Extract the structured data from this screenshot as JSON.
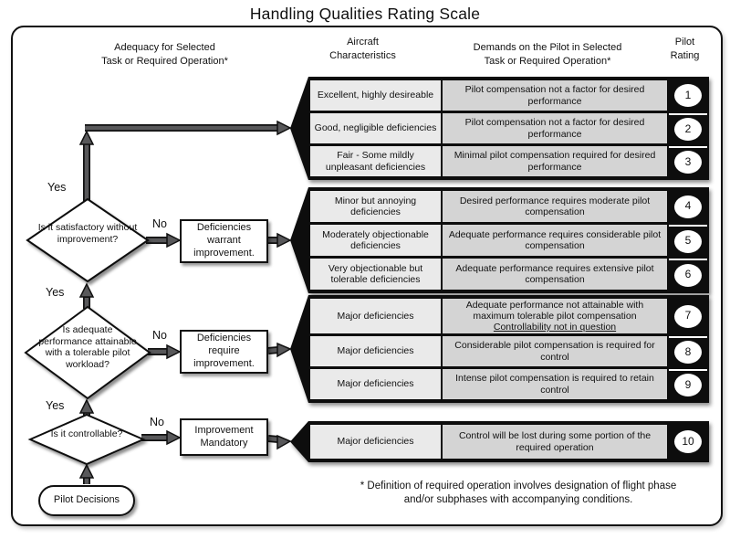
{
  "title": "Handling Qualities Rating Scale",
  "headers": {
    "adequacy_l1": "Adequacy for Selected",
    "adequacy_l2": "Task or Required Operation*",
    "aircraft_l1": "Aircraft",
    "aircraft_l2": "Characteristics",
    "demands_l1": "Demands on the Pilot in Selected",
    "demands_l2": "Task or Required Operation*",
    "pilot_l1": "Pilot",
    "pilot_l2": "Rating"
  },
  "flowchart": {
    "yes_label": "Yes",
    "no_label": "No",
    "diamond1": "Is it satisfactory without improvement?",
    "diamond2": "Is adequate performance attainable with a tolerable pilot workload?",
    "diamond3": "Is it controllable?",
    "box1": "Deficiencies warrant improvement.",
    "box2": "Deficiencies require improvement.",
    "box3": "Improvement Mandatory",
    "pill": "Pilot Decisions"
  },
  "groups": [
    {
      "rows": [
        {
          "aircraft": "Excellent, highly desireable",
          "demands": "Pilot compensation not a factor for desired performance",
          "rating": "1"
        },
        {
          "aircraft": "Good, negligible deficiencies",
          "demands": "Pilot compensation not a factor for desired performance",
          "rating": "2"
        },
        {
          "aircraft": "Fair - Some mildly unpleasant deficiencies",
          "demands": "Minimal pilot compensation required for desired performance",
          "rating": "3"
        }
      ]
    },
    {
      "rows": [
        {
          "aircraft": "Minor but annoying deficiencies",
          "demands": "Desired performance requires moderate pilot compensation",
          "rating": "4"
        },
        {
          "aircraft": "Moderately objectionable deficiencies",
          "demands": "Adequate performance requires considerable pilot compensation",
          "rating": "5"
        },
        {
          "aircraft": "Very objectionable but tolerable deficiencies",
          "demands": "Adequate performance requires extensive pilot compensation",
          "rating": "6"
        }
      ]
    },
    {
      "rows": [
        {
          "aircraft": "Major deficiencies",
          "demands": "Adequate performance not attainable with maximum tolerable pilot compensation",
          "demands_note": "Controllability not in question",
          "rating": "7"
        },
        {
          "aircraft": "Major deficiencies",
          "demands": "Considerable pilot compensation is required for control",
          "rating": "8"
        },
        {
          "aircraft": "Major deficiencies",
          "demands": "Intense pilot compensation is required to retain control",
          "rating": "9"
        }
      ]
    },
    {
      "rows": [
        {
          "aircraft": "Major deficiencies",
          "demands": "Control will be lost during some portion of the required operation",
          "rating": "10"
        }
      ]
    }
  ],
  "footnote": {
    "line1": "* Definition of required operation involves designation of flight phase",
    "line2": "and/or subphases with accompanying conditions."
  },
  "colors": {
    "banner_black": "#0d0d0d",
    "aircraft_cell": "#eaeaea",
    "demands_cell": "#d4d4d4",
    "arrow_gray": "#58585a"
  }
}
